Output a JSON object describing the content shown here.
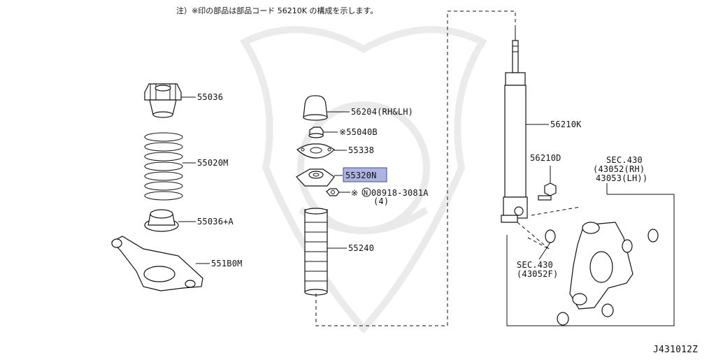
{
  "diagram": {
    "note": "注）※印の部品は部品コード 56210K の構成を示します。",
    "diagram_code": "J431012Z",
    "highlight_color": "#aeb4e0",
    "parts": {
      "p55036": "55036",
      "p55020m": "55020M",
      "p55036a": "55036+A",
      "p551b0m": "551B0M",
      "p56204": "56204(RH&LH)",
      "p55040b": "※55040B",
      "p55338": "55338",
      "p55320n": "55320N",
      "p08918_mark": "※",
      "p08918_n": "N",
      "p08918": "08918-3081A",
      "p08918_qty": "(4)",
      "p55240": "55240",
      "p56210k": "56210K",
      "p56210d": "56210D",
      "sec430_title": "SEC.430",
      "sec430_rh": "(43052(RH)",
      "sec430_lh": "43053(LH))",
      "sec430f_title": "SEC.430",
      "sec430f_code": "(43052F)"
    }
  }
}
